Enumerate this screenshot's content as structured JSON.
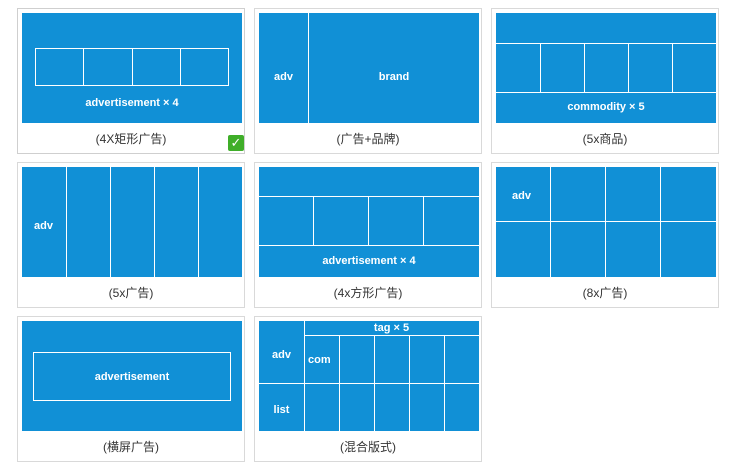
{
  "layouts": [
    {
      "caption": "(4X矩形广告)",
      "label": "advertisement × 4",
      "selected": true
    },
    {
      "caption": "(广告+品牌)",
      "left_label": "adv",
      "right_label": "brand"
    },
    {
      "caption": "(5x商品)",
      "label": "commodity × 5"
    },
    {
      "caption": "(5x广告)",
      "label": "adv"
    },
    {
      "caption": "(4x方形广告)",
      "label": "advertisement × 4"
    },
    {
      "caption": "(8x广告)",
      "label": "adv"
    },
    {
      "caption": "(横屏广告)",
      "label": "advertisement"
    },
    {
      "caption": "(混合版式)",
      "top_label": "tag × 5",
      "adv_label": "adv",
      "com_label": "com",
      "list_label": "list"
    }
  ],
  "selected_icon": "check-icon"
}
